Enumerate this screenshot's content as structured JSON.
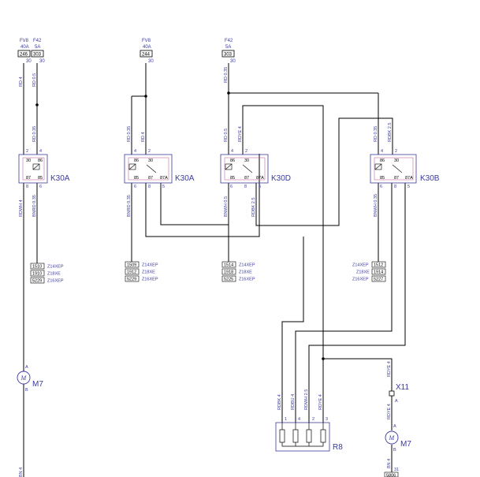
{
  "fuses": [
    {
      "id": "fv8-a",
      "name": "FV8",
      "rating": "40A",
      "code": "246",
      "pin": "30"
    },
    {
      "id": "f42-a",
      "name": "F42",
      "rating": "5A",
      "code": "303",
      "pin": "30"
    },
    {
      "id": "fv8-b",
      "name": "FV8",
      "rating": "40A",
      "code": "244",
      "pin": "30"
    },
    {
      "id": "f42-b",
      "name": "F42",
      "rating": "5A",
      "code": "303",
      "pin": "30"
    }
  ],
  "relays": [
    {
      "id": "k30a-left",
      "label": "K30A",
      "pins": {
        "p30": "30",
        "p86": "86",
        "p87": "87",
        "p85": "85",
        "top_left": "2",
        "top_right": "4",
        "bot_left": "8",
        "bot_right": "6"
      }
    },
    {
      "id": "k30a-mid",
      "label": "K30A",
      "pins": {
        "p86": "86",
        "p30": "30",
        "p85": "85",
        "p87": "87",
        "p87a": "87A",
        "top_left": "4",
        "top_right": "2",
        "bot_a": "6",
        "bot_b": "8",
        "bot_c": "5"
      }
    },
    {
      "id": "k30d",
      "label": "K30D",
      "pins": {
        "p86": "86",
        "p30": "30",
        "p85": "85",
        "p87": "87",
        "p87a": "87A",
        "top_left": "4",
        "top_right": "2",
        "bot_a": "6",
        "bot_b": "8",
        "bot_c": "5"
      }
    },
    {
      "id": "k30b",
      "label": "K30B",
      "pins": {
        "p86": "86",
        "p30": "30",
        "p85": "85",
        "p87": "87",
        "p87a": "87A",
        "top_left": "4",
        "top_right": "2",
        "bot_a": "6",
        "bot_b": "8",
        "bot_c": "5"
      }
    }
  ],
  "wire_labels": [
    "RD 4",
    "RD 0.5",
    "RD 0.35",
    "RDWH 4",
    "BNRD 0.35",
    "RD 0.35",
    "RD 4",
    "BNRD 0.35",
    "RD 0.35",
    "RD 0.5",
    "RDYE 4",
    "BNWH 0.5",
    "RDBK 2.5",
    "RD 0.35",
    "RDBK 2.5",
    "BNWH 0.35",
    "RDBK 4",
    "RDBU 4",
    "RDWH 2.5",
    "RDYE 4",
    "RDYE 4",
    "RDYE 4",
    "BN 4",
    "BN 4"
  ],
  "connector_tables": [
    {
      "id": "tbl-k30a-left",
      "rows": [
        [
          "1510",
          "Z14XEP"
        ],
        [
          "1910",
          "Z18XE"
        ],
        [
          "5229",
          "Z16XEP"
        ]
      ]
    },
    {
      "id": "tbl-k30a-mid",
      "rows": [
        [
          "1509",
          "Z14XEP"
        ],
        [
          "1912",
          "Z18XE"
        ],
        [
          "5229",
          "Z16XEP"
        ]
      ]
    },
    {
      "id": "tbl-k30d",
      "rows": [
        [
          "1514",
          "Z14XEP"
        ],
        [
          "1918",
          "Z18XE"
        ],
        [
          "5225",
          "Z16XEP"
        ]
      ]
    },
    {
      "id": "tbl-k30b",
      "rows": [
        [
          "Z14XEP",
          "1512"
        ],
        [
          "Z18XE",
          "1914"
        ],
        [
          "Z16XEP",
          "5227"
        ]
      ]
    }
  ],
  "components": {
    "motor_left": {
      "label": "M7",
      "pin_top": "A",
      "pin_bot": "B"
    },
    "motor_right": {
      "label": "M7",
      "pin_top": "A",
      "pin_bot": "B"
    },
    "resistor": {
      "label": "R8",
      "pins": [
        "1",
        "4",
        "2",
        "3"
      ]
    },
    "connector": {
      "label": "X11",
      "pin": "A"
    },
    "ground": {
      "pin": "31",
      "code": "5806"
    }
  },
  "colors": {
    "wire": "#000000",
    "component": "#3a3aa0",
    "relay_inner": "#c86aa0"
  }
}
